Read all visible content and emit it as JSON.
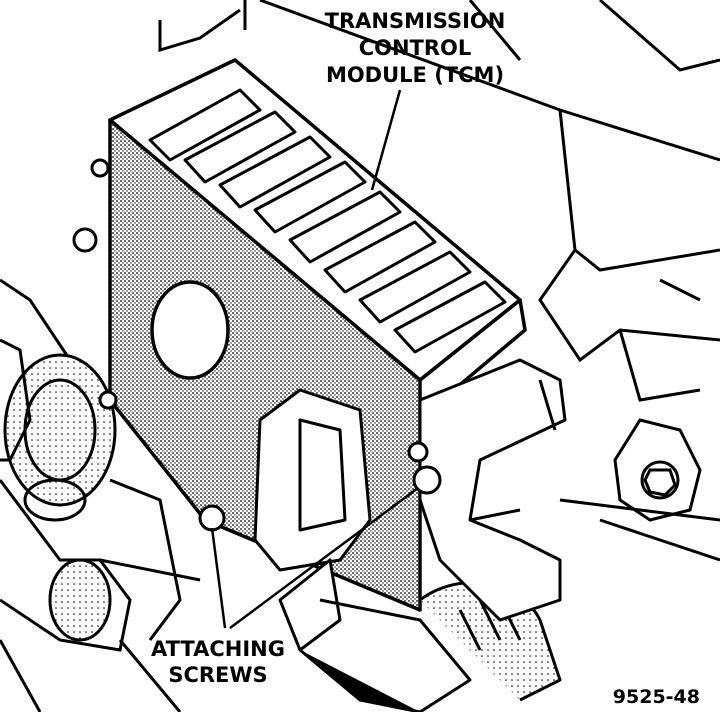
{
  "labels": {
    "tcm_line1": "TRANSMISSION",
    "tcm_line2": "CONTROL",
    "tcm_line3": "MODULE (TCM)",
    "screws_line1": "ATTACHING",
    "screws_line2": "SCREWS",
    "figure_id": "9525-48"
  }
}
